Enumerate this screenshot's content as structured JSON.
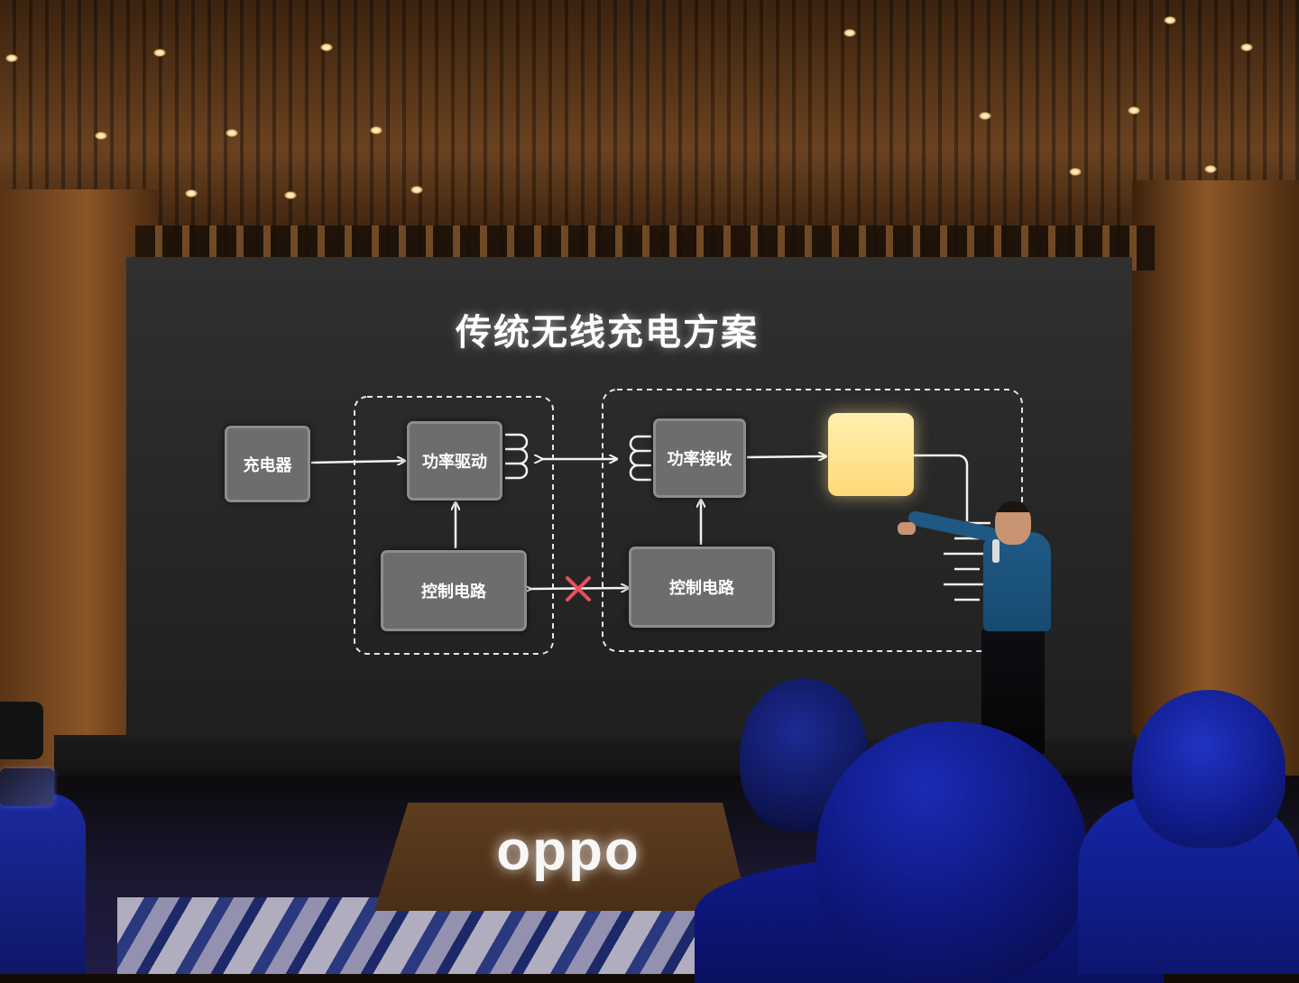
{
  "slide": {
    "title": "传统无线充电方案",
    "blocks": {
      "charger": "充电器",
      "power_drive": "功率驱动",
      "power_receive": "功率接收",
      "control_tx": "控制电路",
      "control_rx": "控制电路"
    }
  },
  "stage": {
    "logo_text": "oppo"
  },
  "colors": {
    "slide_bg": "#2a2a2a",
    "block_fill": "#6d6d6b",
    "output_block": "#ffe08a",
    "blocked_mark": "#e8505b",
    "presenter_shirt": "#1f5a86",
    "audience_tint": "#1a2aa8"
  }
}
